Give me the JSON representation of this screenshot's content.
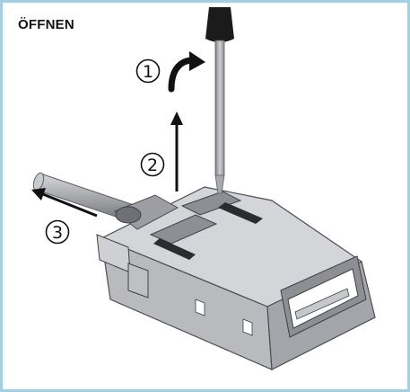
{
  "title": "ÖFFNEN",
  "steps": [
    {
      "number": "1",
      "action": "rotate"
    },
    {
      "number": "2",
      "action": "lift-up"
    },
    {
      "number": "3",
      "action": "pull-out"
    }
  ],
  "colors": {
    "frame_border": "#9fd1e4",
    "housing": "#c7c8cc",
    "housing_dark": "#8d8f94",
    "screwdriver_handle": "#1b1b1b",
    "screwdriver_shaft": "#a7a9ad",
    "cable": "#a2a4a8",
    "arrow": "#111111"
  },
  "icons": {
    "tool": "screwdriver",
    "part": "connector-housing",
    "rotate": "curved-arrow",
    "up": "arrow-up",
    "pull": "arrow-left"
  }
}
